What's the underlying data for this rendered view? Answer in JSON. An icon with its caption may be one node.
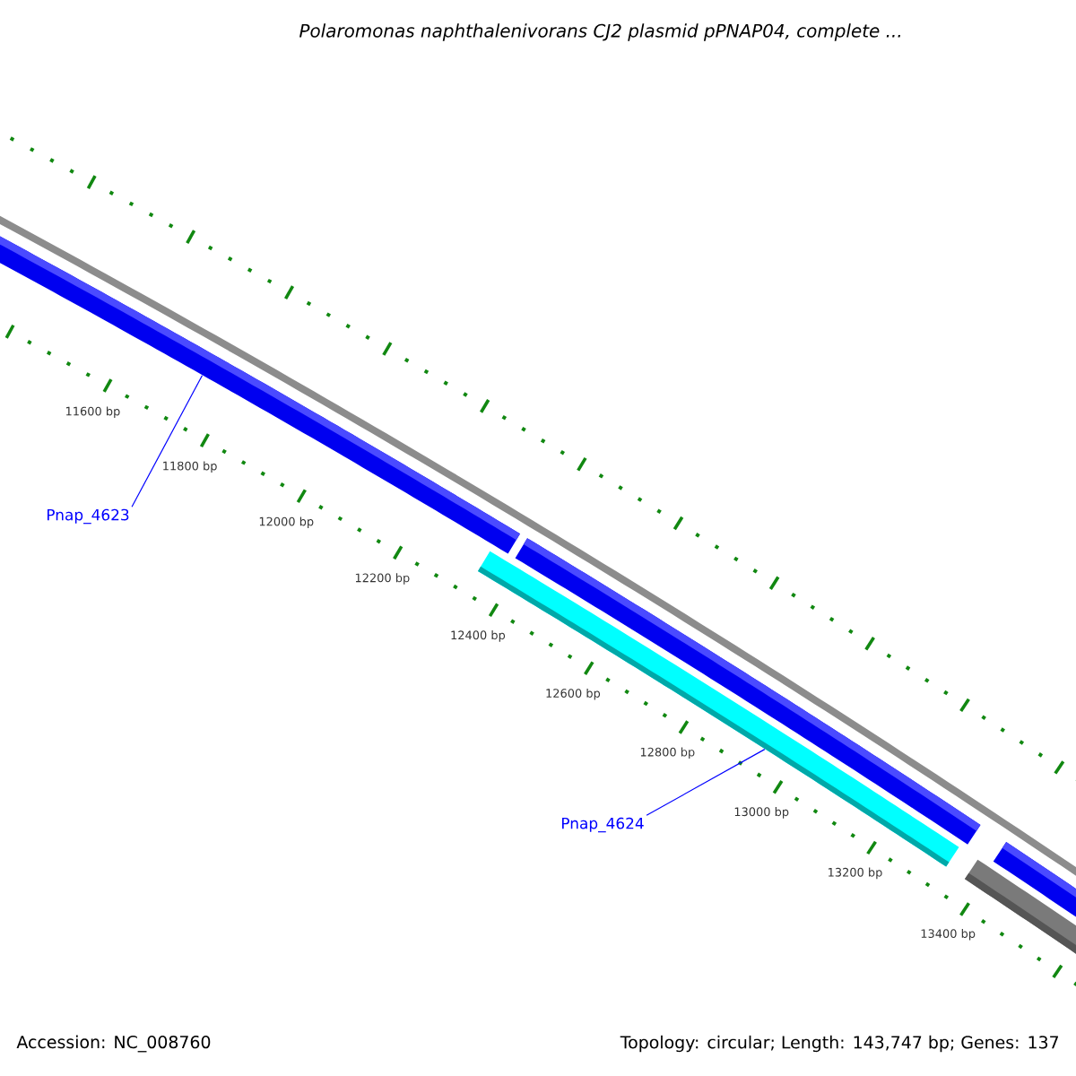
{
  "diagram": {
    "title": "Polaromonas naphthalenivorans CJ2 plasmid pPNAP04, complete ...",
    "nodes": [
      {
        "text": [
          "Pnap_4623"
        ]
      },
      {
        "text": [],
        "shape": "bar"
      },
      {
        "text": [
          "Pnap_4624"
        ]
      },
      {
        "text": [],
        "shape": "bar"
      },
      {
        "text": [],
        "shape": "bar"
      },
      {
        "text": [],
        "shape": "bar"
      },
      {
        "text": [],
        "shape": "bar"
      }
    ],
    "edges": [
      {
        "from": 0,
        "to": 1,
        "arrow": "none"
      },
      {
        "from": 2,
        "to": 3,
        "arrow": "none"
      }
    ],
    "labels": [
      "11600 bp",
      "11800 bp",
      "12000 bp",
      "12200 bp",
      "12400 bp",
      "12600 bp",
      "12800 bp",
      "13000 bp",
      "13200 bp",
      "13400 bp",
      "Accession: NC_008760",
      "Topology: circular; Length: 143,747 bp; Genes: 137"
    ]
  }
}
